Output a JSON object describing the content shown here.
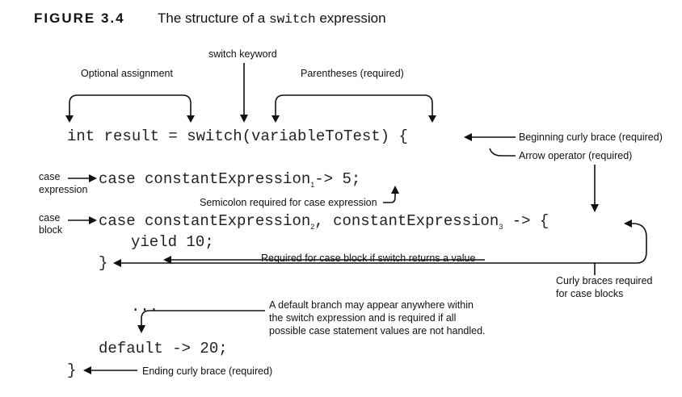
{
  "caption": {
    "number": "FIGURE 3.4",
    "text_before": "The structure of a",
    "text_code": "switch",
    "text_after": "expression"
  },
  "labels": {
    "switch_keyword": "switch keyword",
    "optional_assignment": "Optional assignment",
    "parentheses": "Parentheses (required)",
    "beginning_brace": "Beginning curly brace (required)",
    "arrow_operator": "Arrow operator (required)",
    "case_expression_1": "case",
    "case_expression_2": "expression",
    "semicolon": "Semicolon required for case expression",
    "case_block_1": "case",
    "case_block_2": "block",
    "required_case_block": "Required for case block if switch returns a value",
    "curly_braces_1": "Curly braces required",
    "curly_braces_2": "for case blocks",
    "default_branch_1": "A default branch may appear anywhere within",
    "default_branch_2": "the switch expression and is required if all",
    "default_branch_3": "possible case statement values are not handled.",
    "ending_brace": "Ending curly brace (required)"
  },
  "code": {
    "line1": "int result = switch(variableToTest) {",
    "line2_a": "case constantExpression",
    "line2_sub": "1",
    "line2_b": "-> 5;",
    "line3_a": "case constantExpression",
    "line3_sub1": "2",
    "line3_b": ", constantExpression",
    "line3_sub2": "3",
    "line3_c": " -> {",
    "line4": "yield 10;",
    "line5": "}",
    "line6": "...",
    "line7": "default -> 20;",
    "line8": "}"
  }
}
